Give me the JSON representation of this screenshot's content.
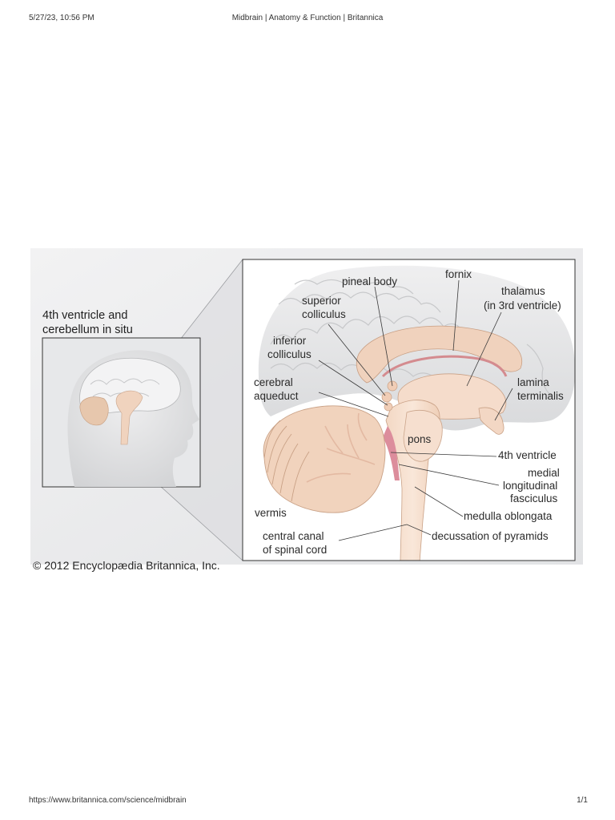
{
  "header": {
    "datetime": "5/27/23, 10:56 PM",
    "page_title": "Midbrain | Anatomy & Function | Britannica"
  },
  "footer": {
    "url": "https://www.britannica.com/science/midbrain",
    "page_count": "1/1"
  },
  "figure": {
    "inset_title_line1": "4th ventricle and",
    "inset_title_line2": "cerebellum in situ",
    "copyright": "© 2012 Encyclopædia Britannica, Inc.",
    "labels": {
      "pineal_body": "pineal body",
      "fornix": "fornix",
      "thalamus_1": "thalamus",
      "thalamus_2": "(in 3rd ventricle)",
      "superior_colliculus_1": "superior",
      "superior_colliculus_2": "colliculus",
      "inferior_colliculus_1": "inferior",
      "inferior_colliculus_2": "colliculus",
      "lamina_terminalis_1": "lamina",
      "lamina_terminalis_2": "terminalis",
      "cerebral_aqueduct_1": "cerebral",
      "cerebral_aqueduct_2": "aqueduct",
      "pons": "pons",
      "fourth_ventricle": "4th ventricle",
      "mlf_1": "medial",
      "mlf_2": "longitudinal",
      "mlf_3": "fasciculus",
      "vermis": "vermis",
      "medulla_oblongata": "medulla oblongata",
      "central_canal_1": "central canal",
      "central_canal_2": "of spinal cord",
      "decussation": "decussation of pyramids"
    }
  }
}
